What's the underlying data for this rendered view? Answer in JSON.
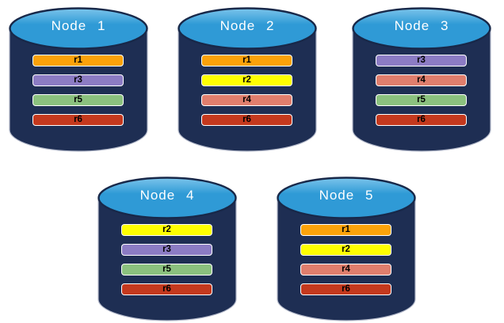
{
  "palette": {
    "background": "#FFFFFF",
    "cylinder_body": "#1E2E53",
    "cylinder_top": "#2F9AD6",
    "cylinder_top_highlight": "#7CC5EB",
    "cylinder_outline_light": "#B3B9CA",
    "cylinder_top_outline": "#182849",
    "bar_border": "#FFFFFF",
    "bar_text": "#000000",
    "title_text": "#FFFFFF"
  },
  "replica_colors": {
    "r1": "#FBA20A",
    "r2": "#FFFF00",
    "r3": "#8C7CC4",
    "r4": "#E07E6D",
    "r5": "#8BC17E",
    "r6": "#C4391E"
  },
  "nodes": [
    {
      "name": "Node 1",
      "replicas": [
        "r1",
        "r3",
        "r5",
        "r6"
      ]
    },
    {
      "name": "Node 2",
      "replicas": [
        "r1",
        "r2",
        "r4",
        "r6"
      ]
    },
    {
      "name": "Node 3",
      "replicas": [
        "r3",
        "r4",
        "r5",
        "r6"
      ]
    },
    {
      "name": "Node 4",
      "replicas": [
        "r2",
        "r3",
        "r5",
        "r6"
      ]
    },
    {
      "name": "Node 5",
      "replicas": [
        "r1",
        "r2",
        "r4",
        "r6"
      ]
    }
  ]
}
